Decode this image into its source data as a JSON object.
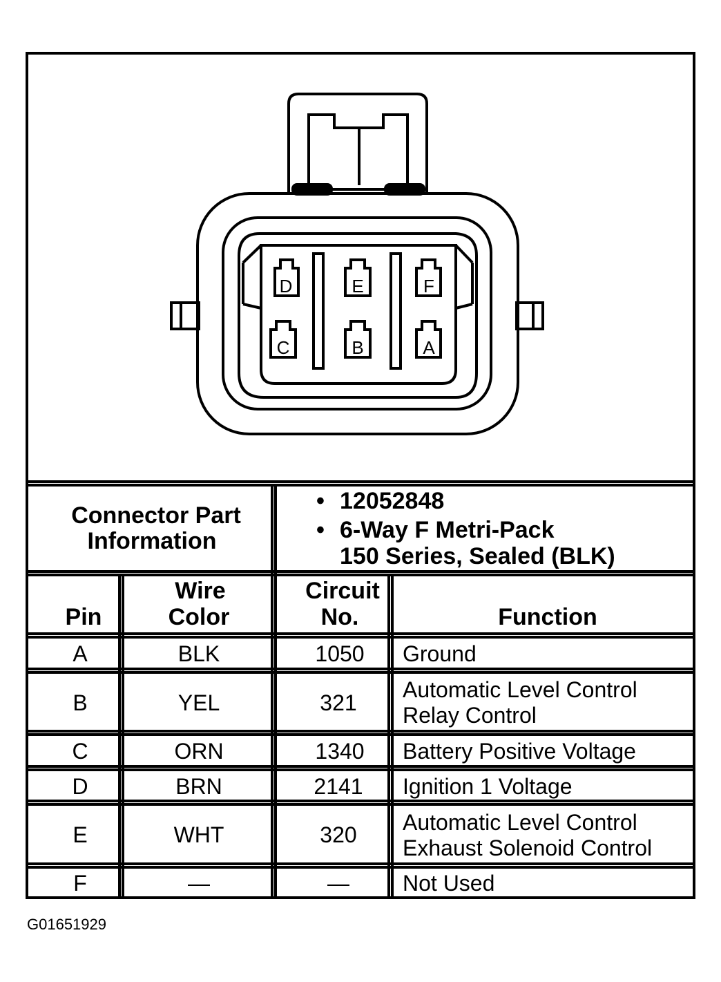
{
  "connector": {
    "pins_top": [
      "D",
      "E",
      "F"
    ],
    "pins_bottom": [
      "C",
      "B",
      "A"
    ]
  },
  "part_info": {
    "label_line1": "Connector Part",
    "label_line2": "Information",
    "bullets": [
      {
        "bullet": "•",
        "text": "12052848"
      },
      {
        "bullet": "•",
        "text": "6-Way F Metri-Pack"
      }
    ],
    "continuation": "150 Series, Sealed (BLK)"
  },
  "table": {
    "headers": {
      "pin": "Pin",
      "wire_color_1": "Wire",
      "wire_color_2": "Color",
      "circuit_1": "Circuit",
      "circuit_2": "No.",
      "function": "Function"
    },
    "rows": [
      {
        "pin": "A",
        "color": "BLK",
        "circuit": "1050",
        "function": [
          "Ground"
        ]
      },
      {
        "pin": "B",
        "color": "YEL",
        "circuit": "321",
        "function": [
          "Automatic Level Control",
          "Relay Control"
        ]
      },
      {
        "pin": "C",
        "color": "ORN",
        "circuit": "1340",
        "function": [
          "Battery Positive Voltage"
        ]
      },
      {
        "pin": "D",
        "color": "BRN",
        "circuit": "2141",
        "function": [
          "Ignition 1 Voltage"
        ]
      },
      {
        "pin": "E",
        "color": "WHT",
        "circuit": "320",
        "function": [
          "Automatic Level Control",
          "Exhaust Solenoid Control"
        ]
      },
      {
        "pin": "F",
        "color": "—",
        "circuit": "—",
        "function": [
          "Not Used"
        ]
      }
    ]
  },
  "figure_id": "G01651929"
}
